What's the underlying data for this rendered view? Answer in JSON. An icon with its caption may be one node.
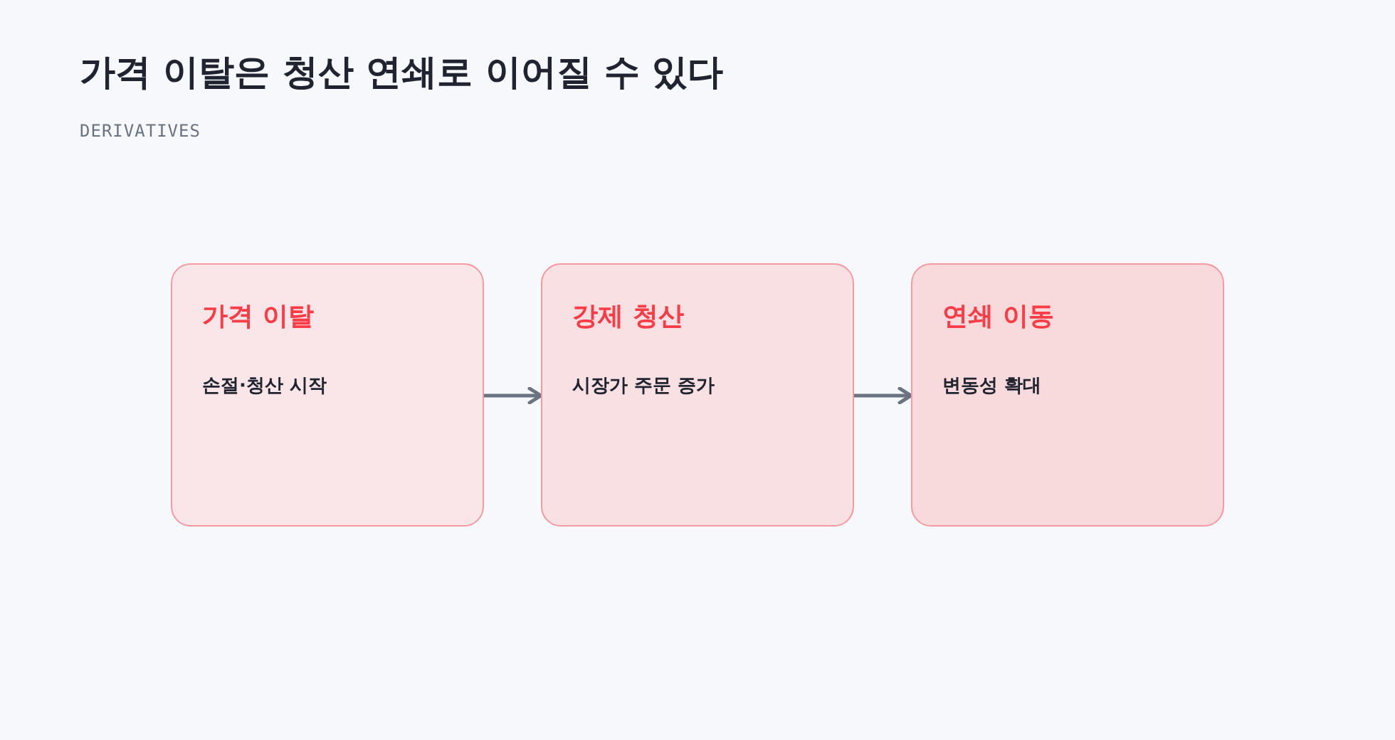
{
  "diagram": {
    "title": "가격 이탈은 청산 연쇄로 이어질 수 있다",
    "labels": [
      "DERIVATIVES"
    ],
    "nodes": [
      {
        "text": [
          "가격 이탈",
          "손절·청산 시작"
        ]
      },
      {
        "text": [
          "강제 청산",
          "시장가 주문 증가"
        ]
      },
      {
        "text": [
          "연쇄 이동",
          "변동성 확대"
        ]
      }
    ],
    "edges": [
      {
        "from": 0,
        "to": 1,
        "arrow": "to"
      },
      {
        "from": 1,
        "to": 2,
        "arrow": "to"
      }
    ]
  }
}
